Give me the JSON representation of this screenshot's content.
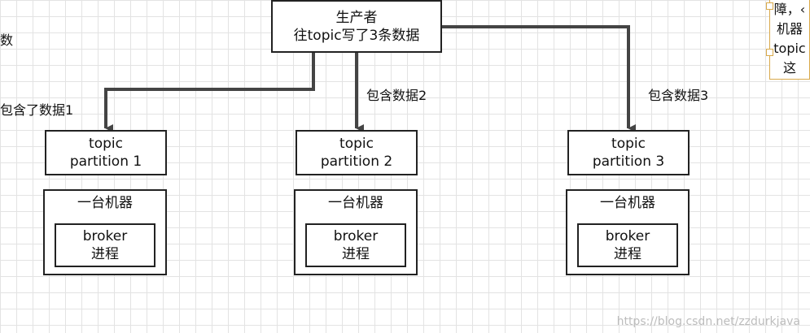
{
  "producer": {
    "line1": "生产者",
    "line2": "往topic写了3条数据"
  },
  "left_cut_text": "数",
  "edges": [
    {
      "label": "包含了数据1"
    },
    {
      "label": "包含数据2"
    },
    {
      "label": "包含数据3"
    }
  ],
  "partitions": [
    {
      "topic_line1": "topic",
      "topic_line2": "partition 1",
      "machine": "一台机器",
      "broker_line1": "broker",
      "broker_line2": "进程"
    },
    {
      "topic_line1": "topic",
      "topic_line2": "partition 2",
      "machine": "一台机器",
      "broker_line1": "broker",
      "broker_line2": "进程"
    },
    {
      "topic_line1": "topic",
      "topic_line2": "partition 3",
      "machine": "一台机器",
      "broker_line1": "broker",
      "broker_line2": "进程"
    }
  ],
  "note": {
    "line1": "障，‹",
    "line2": "机器",
    "line3": "topic",
    "line4": "这"
  },
  "watermark": "https://blog.csdn.net/zzdurkjava"
}
